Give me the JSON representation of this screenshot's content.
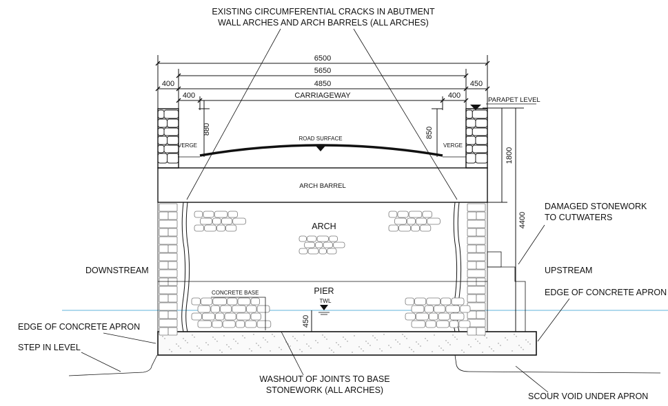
{
  "annotations": {
    "top_cracks_line1": "EXISTING CIRCUMFERENTIAL CRACKS IN ABUTMENT",
    "top_cracks_line2": "WALL ARCHES AND ARCH BARRELS (ALL ARCHES)",
    "carriageway": "CARRIAGEWAY",
    "parapet_level": "PARAPET LEVEL",
    "road_surface": "ROAD SURFACE",
    "verge_left": "VERGE",
    "verge_right": "VERGE",
    "arch_barrel": "ARCH BARREL",
    "arch": "ARCH",
    "pier": "PIER",
    "twl": "TWL",
    "concrete_base": "CONCRETE BASE",
    "downstream": "DOWNSTREAM",
    "upstream": "UPSTREAM",
    "damaged_line1": "DAMAGED STONEWORK",
    "damaged_line2": "TO CUTWATERS",
    "edge_apron_right": "EDGE OF CONCRETE APRON",
    "edge_apron_left": "EDGE OF CONCRETE APRON",
    "step_in_level": "STEP IN LEVEL",
    "washout_line1": "WASHOUT OF JOINTS TO BASE",
    "washout_line2": "STONEWORK (ALL ARCHES)",
    "scour_void": "SCOUR VOID UNDER APRON"
  },
  "dimensions": {
    "overall_width": "6500",
    "inner_width": "5650",
    "carriageway_width": "4850",
    "left_parapet": "400",
    "right_parapet": "450",
    "left_verge": "400",
    "right_verge": "400",
    "left_parapet_height": "880",
    "right_parapet_height": "850",
    "parapet_to_barrel": "1800",
    "parapet_to_apron": "4400",
    "base_height": "450"
  }
}
